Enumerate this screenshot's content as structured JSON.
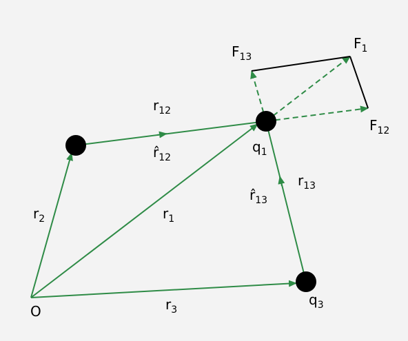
{
  "colors": {
    "background": "#f3f3f3",
    "vector": "#2e8b46",
    "charge": "#000000",
    "resultant": "#000000"
  },
  "labels": {
    "origin": "O",
    "r1": {
      "main": "r",
      "sub": "1"
    },
    "r2": {
      "main": "r",
      "sub": "2"
    },
    "r3": {
      "main": "r",
      "sub": "3"
    },
    "r12": {
      "main": "r",
      "sub": "12"
    },
    "r13": {
      "main": "r",
      "sub": "13"
    },
    "r12_hat": {
      "main": "r̂",
      "sub": "12"
    },
    "r13_hat": {
      "main": "r̂",
      "sub": "13"
    },
    "q1": {
      "main": "q",
      "sub": "1"
    },
    "q3": {
      "main": "q",
      "sub": "3"
    },
    "F1": {
      "main": "F",
      "sub": "1"
    },
    "F12": {
      "main": "F",
      "sub": "12"
    },
    "F13": {
      "main": "F",
      "sub": "13"
    }
  }
}
